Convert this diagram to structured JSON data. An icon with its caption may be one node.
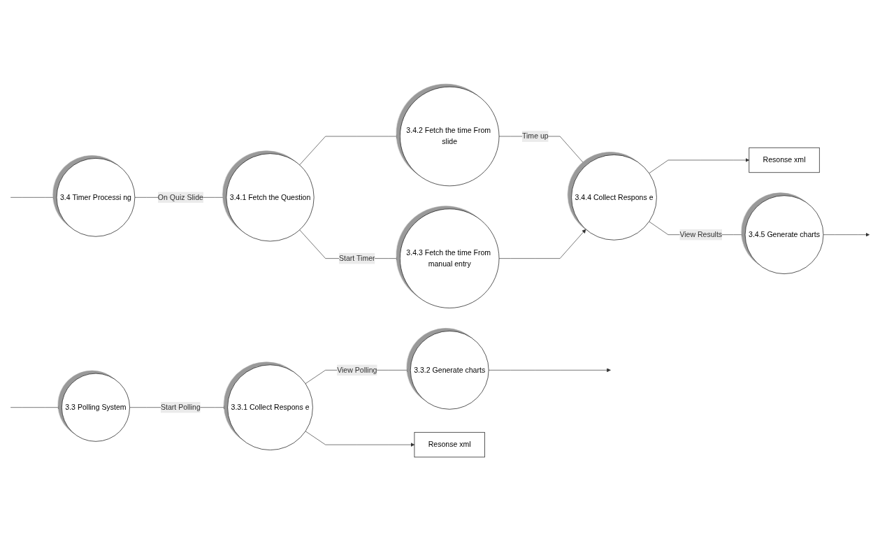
{
  "diagram": {
    "nodes": [
      {
        "text": [
          "3.3 Polling System"
        ]
      },
      {
        "text": [
          "3.3.1 Collect Respons e"
        ]
      },
      {
        "text": [
          "3.3.2 Generate charts"
        ]
      },
      {
        "text": [
          "Resonse xml"
        ]
      },
      {
        "text": [
          "3.4 Timer Processi ng"
        ]
      },
      {
        "text": [
          "3.4.1 Fetch the Question"
        ]
      },
      {
        "text": [
          "3.4.2 Fetch the time From slide"
        ]
      },
      {
        "text": [
          "3.4.3 Fetch the time From manual entry"
        ]
      },
      {
        "text": [
          "3.4.4 Collect Respons e"
        ]
      },
      {
        "text": [
          "Resonse xml"
        ]
      },
      {
        "text": [
          "3.4.5 Generate charts"
        ]
      }
    ],
    "edges": [
      {
        "from": null,
        "to": 0,
        "arrow": "to"
      },
      {
        "from": 0,
        "to": 1,
        "arrow": "to",
        "label": "Start Polling"
      },
      {
        "from": 1,
        "to": 2,
        "arrow": "to",
        "label": "View Polling"
      },
      {
        "from": 2,
        "to": null,
        "arrow": "to"
      },
      {
        "from": 1,
        "to": 3,
        "arrow": "to"
      },
      {
        "from": null,
        "to": 4,
        "arrow": "to"
      },
      {
        "from": 4,
        "to": 5,
        "arrow": "to",
        "label": "On Quiz Slide"
      },
      {
        "from": 5,
        "to": 6,
        "arrow": "to"
      },
      {
        "from": 5,
        "to": 7,
        "arrow": "to",
        "label": "Start Timer"
      },
      {
        "from": 6,
        "to": 8,
        "arrow": "to",
        "label": "Time up"
      },
      {
        "from": 7,
        "to": 8,
        "arrow": "to"
      },
      {
        "from": 8,
        "to": 9,
        "arrow": "to"
      },
      {
        "from": 8,
        "to": 10,
        "arrow": "to",
        "label": "View Results"
      },
      {
        "from": 10,
        "to": null,
        "arrow": "to"
      }
    ]
  }
}
